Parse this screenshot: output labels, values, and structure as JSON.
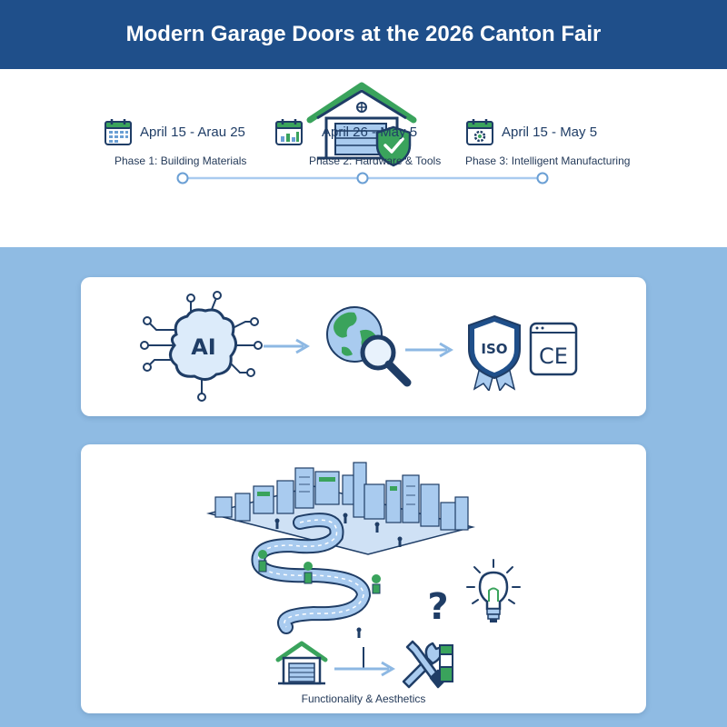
{
  "title": "Modern Garage Doors at the 2026 Canton Fair",
  "phases": [
    {
      "date": "April 15 - Arau 25",
      "label": "Phase 1: Building Materials",
      "icon": "calendar-grid-icon"
    },
    {
      "date": "April 26 - May 5",
      "label": "Phase 2: Hardware & Tools",
      "icon": "calendar-chart-icon"
    },
    {
      "date": "April 15 - May 5",
      "label": "Phase 3: Intelligent Manufacturing",
      "icon": "calendar-gear-icon"
    }
  ],
  "process": {
    "ai_text": "AI",
    "iso_text": "ISO",
    "ce_text": "CE"
  },
  "bottom": {
    "question": "?",
    "caption": "Functionality & Aesthetics"
  },
  "colors": {
    "header": "#1f4f8a",
    "background": "#8fbbe3",
    "navy": "#1f3d66",
    "green": "#3aa35c",
    "light_blue": "#a9cbef"
  }
}
